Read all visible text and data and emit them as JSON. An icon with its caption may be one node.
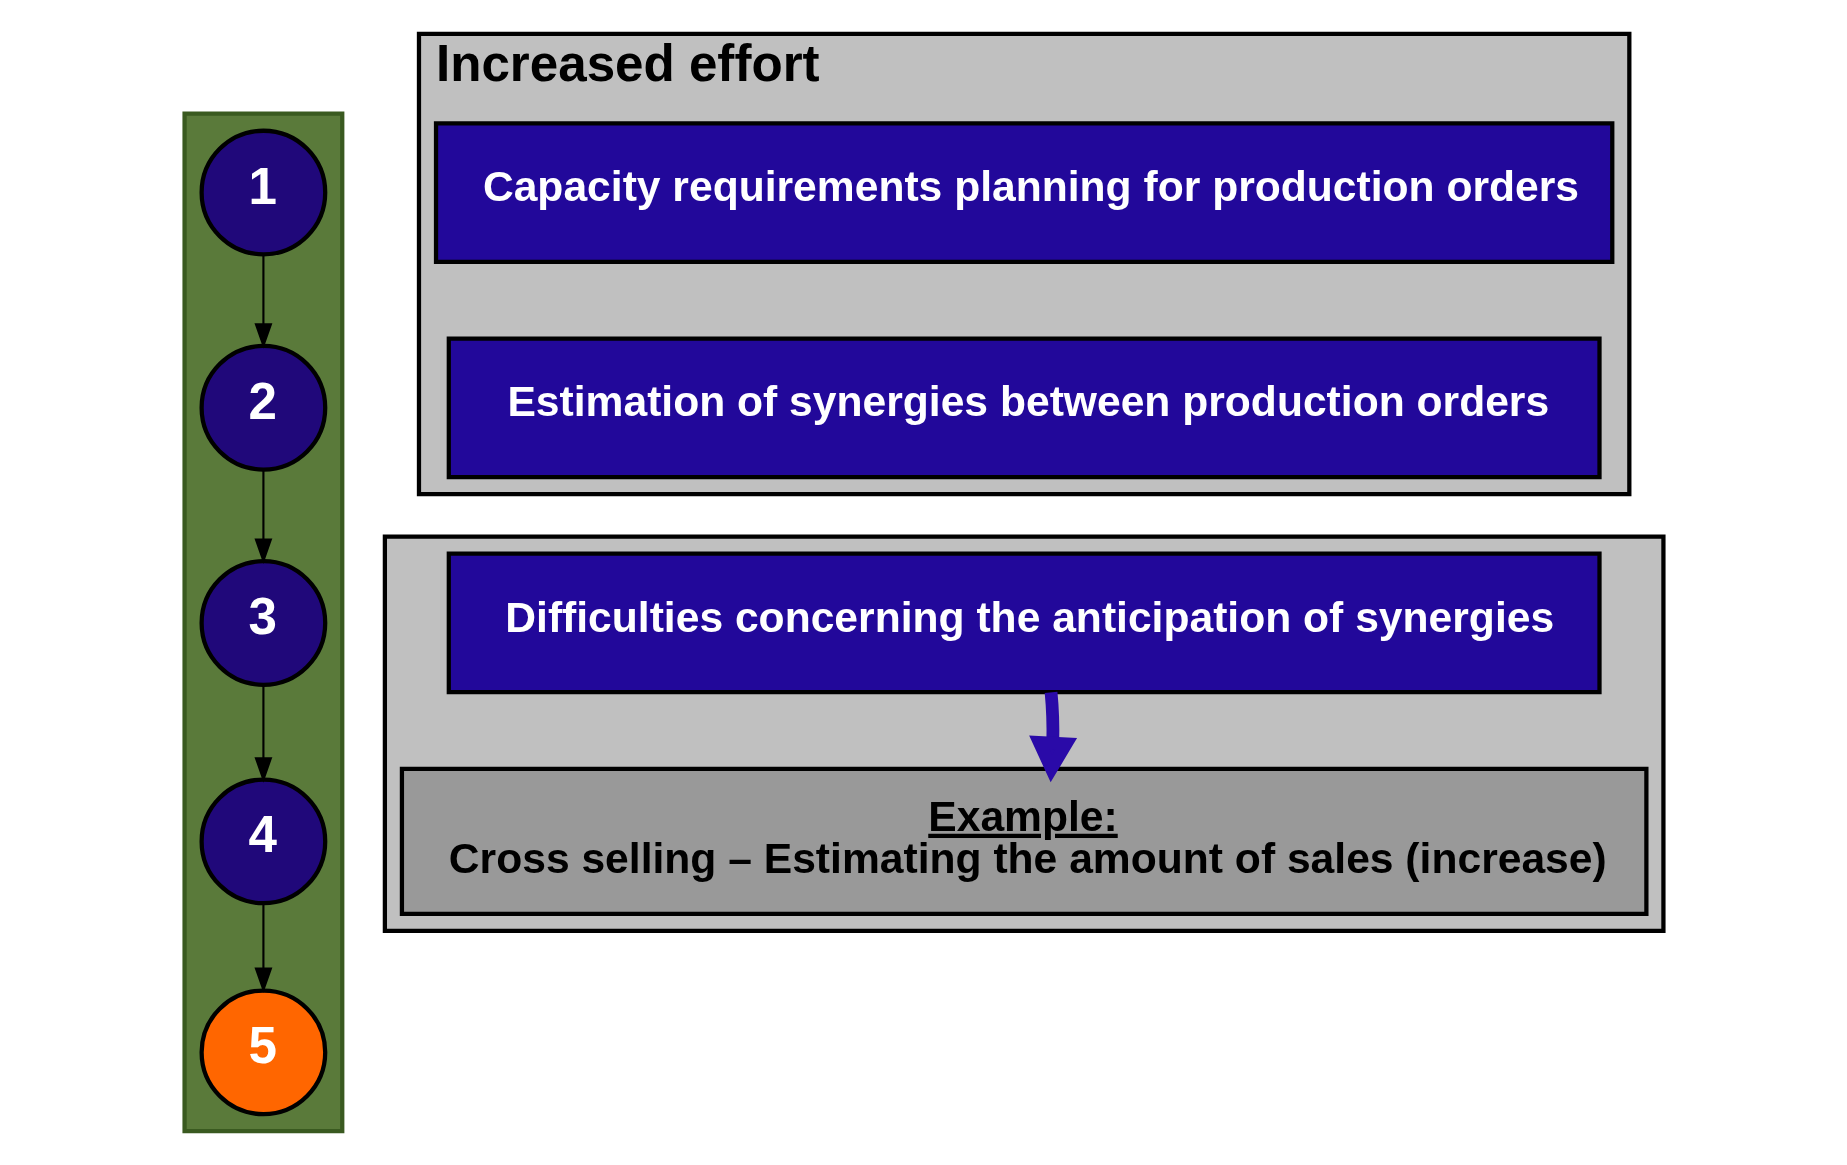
{
  "diagram": {
    "nodes": [
      {
        "text": [],
        "shape": "bar"
      },
      {
        "text": [
          "1"
        ],
        "in": 0
      },
      {
        "text": [
          "2"
        ],
        "in": 0
      },
      {
        "text": [
          "3"
        ],
        "in": 0
      },
      {
        "text": [
          "4"
        ],
        "in": 0
      },
      {
        "text": [
          "5"
        ],
        "in": 0
      },
      {
        "text": [
          "Increased effort"
        ]
      },
      {
        "text": [
          "Capacity requirements planning for production orders"
        ],
        "in": 6
      },
      {
        "text": [
          "Estimation of synergies between production orders"
        ],
        "in": 6
      },
      {
        "text": [],
        "shape": "box"
      },
      {
        "text": [
          "Difficulties concerning the anticipation of synergies"
        ],
        "in": 9
      },
      {
        "text": [
          "Example:",
          "Cross selling – Estimating the amount of sales (increase)"
        ],
        "in": 9
      }
    ],
    "edges": [
      {
        "from": 1,
        "to": 2,
        "arrow": "to"
      },
      {
        "from": 2,
        "to": 3,
        "arrow": "to"
      },
      {
        "from": 3,
        "to": 4,
        "arrow": "to"
      },
      {
        "from": 4,
        "to": 5,
        "arrow": "to"
      },
      {
        "from": 10,
        "to": 11,
        "arrow": "to",
        "style": "thick",
        "color": "#2a0aa8"
      }
    ]
  }
}
